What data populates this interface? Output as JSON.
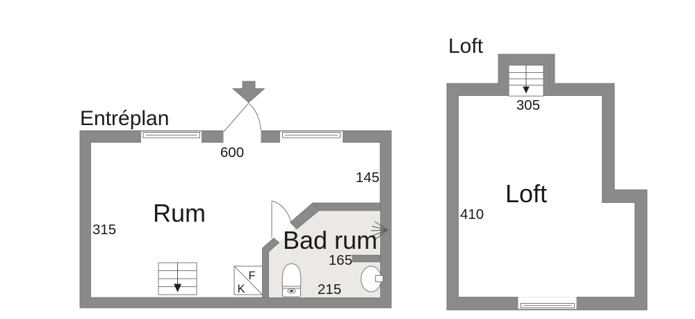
{
  "colors": {
    "wall": "#8a8a8a",
    "wall_outline": "#6e6e6e",
    "line": "#777777",
    "text": "#1a1a1a",
    "bathroom_floor": "#ece8e3",
    "background": "#ffffff"
  },
  "entreplan": {
    "title": "Entréplan",
    "room_label": "Rum",
    "bathroom_label": "Bad rum",
    "dim_door_width": "600",
    "dim_right": "145",
    "dim_left": "315",
    "dim_bathroom_opening": "165",
    "dim_bathroom_width": "215",
    "closet_top_label": "F",
    "closet_bottom_label": "K"
  },
  "loft": {
    "title": "Loft",
    "room_label": "Loft",
    "dim_stairs": "305",
    "dim_left": "410"
  }
}
